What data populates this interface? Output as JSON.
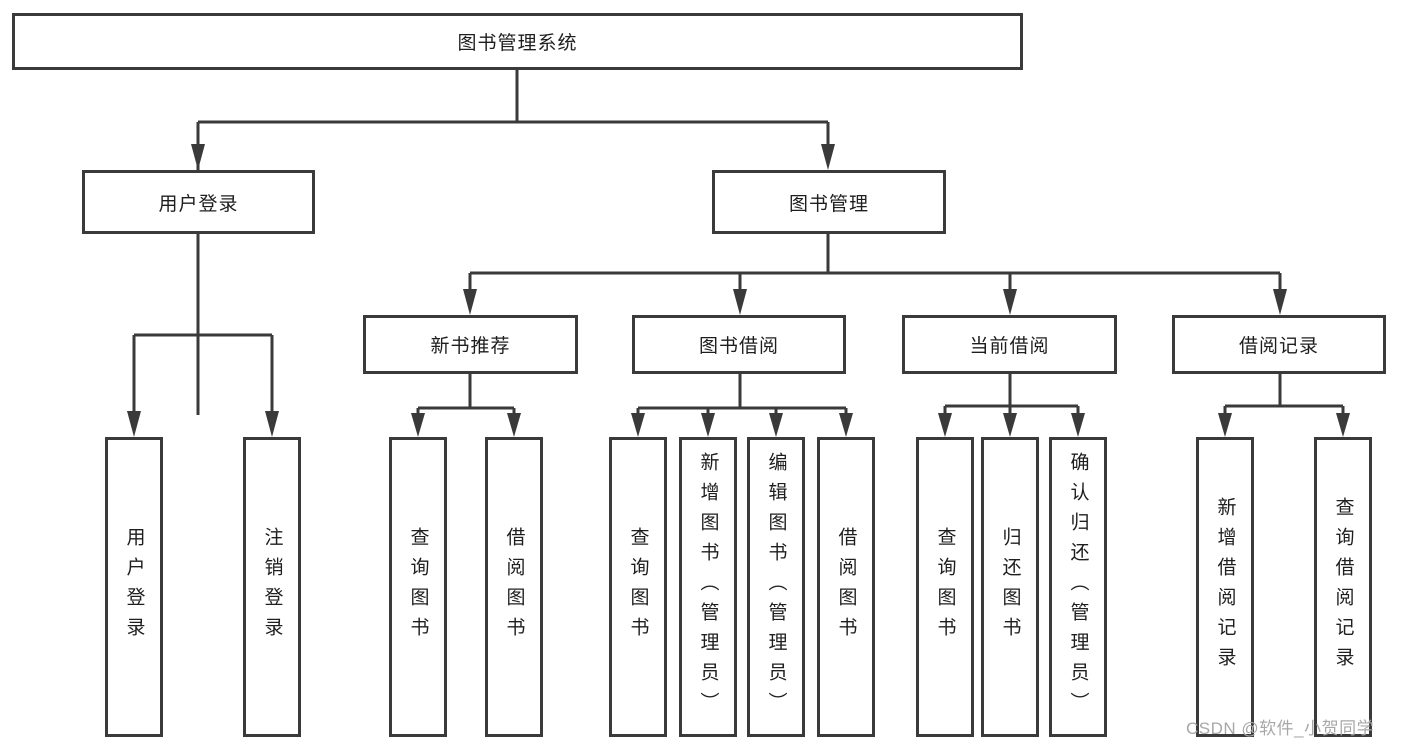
{
  "diagram": {
    "root": {
      "label": "图书管理系统"
    },
    "level2": {
      "user_login": {
        "label": "用户登录"
      },
      "book_management": {
        "label": "图书管理"
      }
    },
    "level3": {
      "new_book": {
        "label": "新书推荐"
      },
      "book_borrow": {
        "label": "图书借阅"
      },
      "current_borrow": {
        "label": "当前借阅"
      },
      "borrow_records": {
        "label": "借阅记录"
      }
    },
    "leaves": {
      "user": [
        "用户登录",
        "注销登录"
      ],
      "new_book": [
        "查询图书",
        "借阅图书"
      ],
      "book_borrow": [
        "查询图书",
        "新增图书（管理员）",
        "编辑图书（管理员）",
        "借阅图书"
      ],
      "current_borrow": [
        "查询图书",
        "归还图书",
        "确认归还（管理员）"
      ],
      "borrow_records": [
        "新增借阅记录",
        "查询借阅记录"
      ]
    }
  },
  "watermark": {
    "text": "CSDN @软件_小贺同学"
  },
  "colors": {
    "line": "#3a3a3a",
    "text": "#1e1e1e",
    "watermark": "#a8a8a8",
    "background": "#ffffff"
  }
}
